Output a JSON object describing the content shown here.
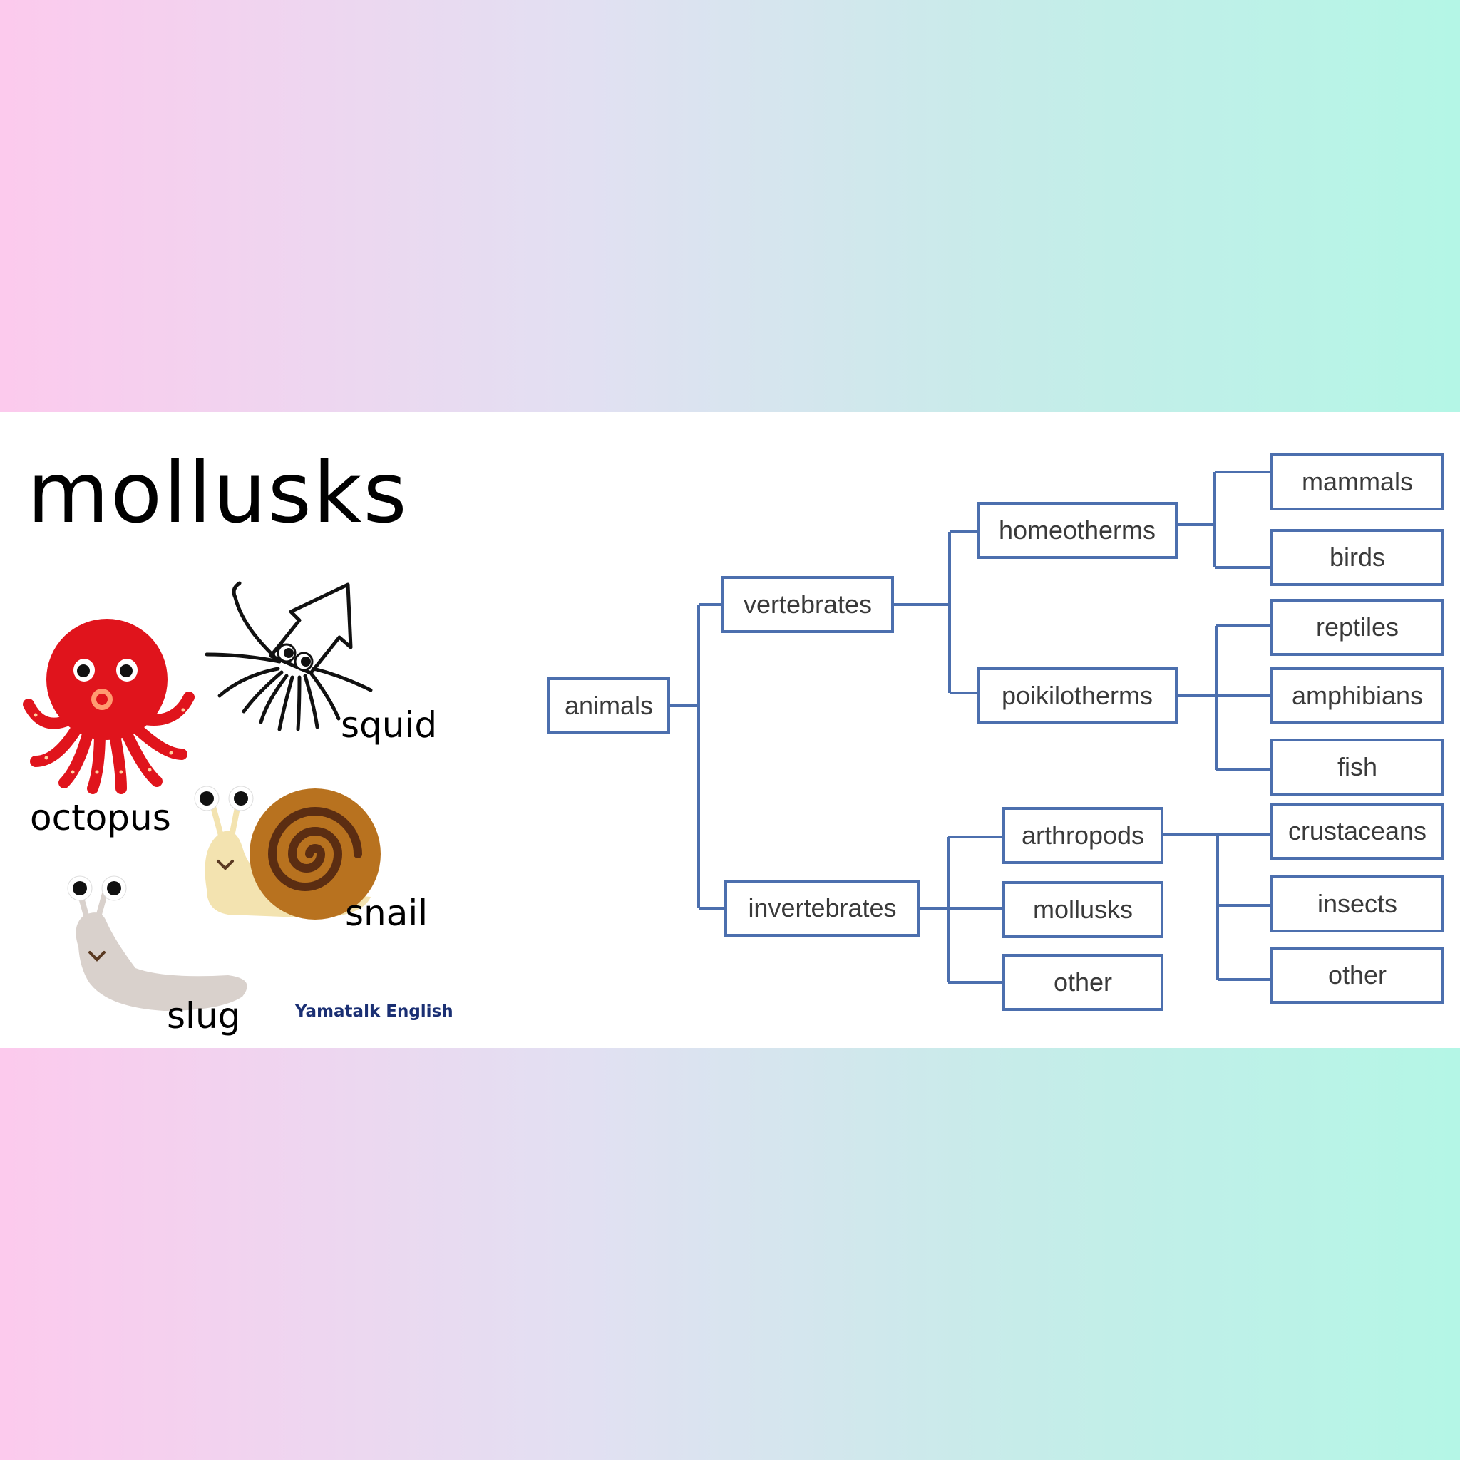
{
  "title": "mollusks",
  "animals": {
    "squid": "squid",
    "octopus": "octopus",
    "snail": "snail",
    "slug": "slug"
  },
  "credit": "Yamatalk English",
  "tree": {
    "animals": "animals",
    "vertebrates": "vertebrates",
    "invertebrates": "invertebrates",
    "homeotherms": "homeotherms",
    "poikilotherms": "poikilotherms",
    "arthropods": "arthropods",
    "mollusks": "mollusks",
    "other_invertebrates": "other",
    "mammals": "mammals",
    "birds": "birds",
    "reptiles": "reptiles",
    "amphibians": "amphibians",
    "fish": "fish",
    "crustaceans": "crustaceans",
    "insects": "insects",
    "other_arthropods": "other"
  },
  "colors": {
    "line": "#4c6fae",
    "octopus": "#e0141c",
    "snail_shell": "#b8721f",
    "snail_body": "#f3e3b0",
    "slug_body": "#d9d1cc",
    "credit": "#1a2f73"
  }
}
